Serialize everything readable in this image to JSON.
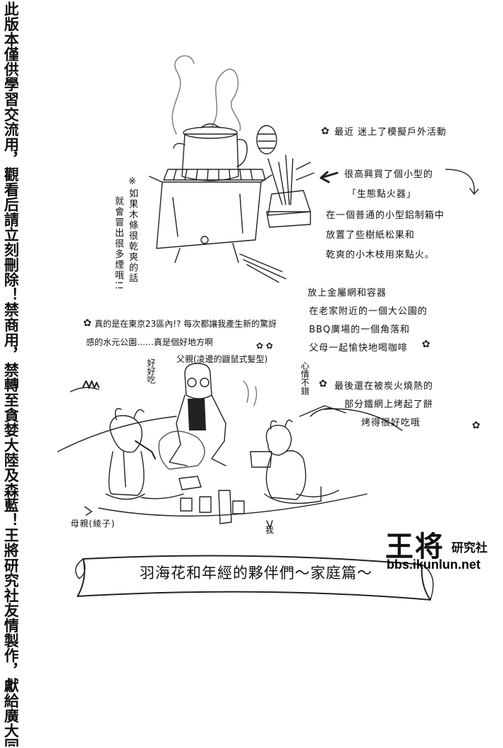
{
  "disclaimer": "此版本僅供學習交流用，觀看后請立刻刪除！禁商用，禁轉至貪婪大陸及森藍！王將研究社友情製作，獻給廣大同好及最愛的崑崙",
  "captions": {
    "line1": "最近 迷上了模擬戶外活動",
    "line2": "很高興買了個小型的",
    "line3": "「生態點火器」",
    "line4": "在一個普通的小型鋁制箱中",
    "line5": "放置了些樹紙松果和",
    "line6": "乾爽的小木枝用來點火。",
    "line7": "放上金屬網和容器",
    "line8": "在老家附近的一個大公園的",
    "line9": "BBQ廣場的一個角落和",
    "line10": "父母一起愉快地喝咖啡",
    "line11": "最後還在被炭火燒熱的",
    "line12": "部分鐵網上烤起了餅",
    "line13": "烤得很好吃哦",
    "side_note_1": "※如果木條很乾爽的話",
    "side_note_2": "就會冒出很多煙哦!!",
    "tokyo_1": "真的是在東京23區內!? 每次都讓我產生新的驚訝",
    "tokyo_2": "感的水元公園‥‥‥真是個好地方啊",
    "father": "父親(凌邊的鼴鼠式髮型)",
    "tasty": "好好吃",
    "mood": "心情不錯",
    "mother": "母親(綾子)",
    "me": "我"
  },
  "title_banner": "羽海花和年經的夥伴們～家庭篇～",
  "logo": {
    "name": "王将",
    "sub": "研究社",
    "url": "bbs.ikunlun.net"
  }
}
